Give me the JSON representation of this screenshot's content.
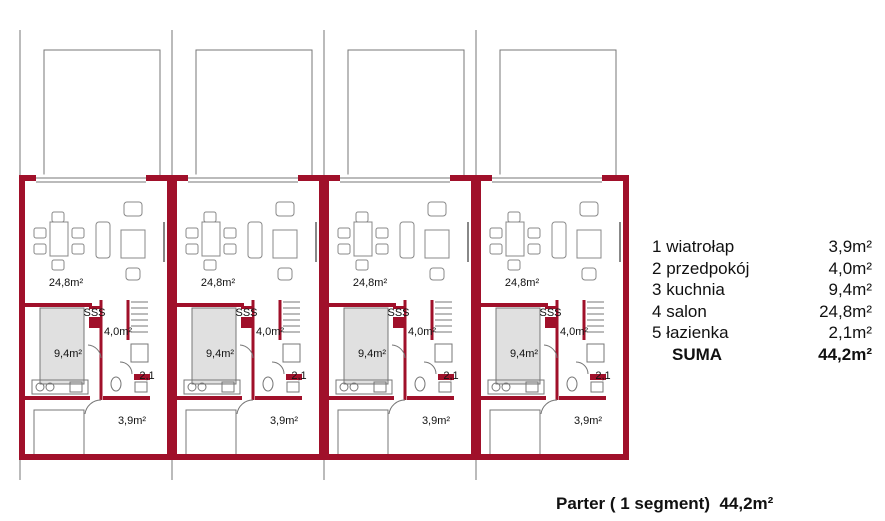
{
  "rooms": [
    {
      "num": "1",
      "name": "wiatrołap",
      "area": "3,9m²"
    },
    {
      "num": "2",
      "name": "przedpokój",
      "area": "4,0m²"
    },
    {
      "num": "3",
      "name": "kuchnia",
      "area": "9,4m²"
    },
    {
      "num": "4",
      "name": "salon",
      "area": "24,8m²"
    },
    {
      "num": "5",
      "name": "łazienka",
      "area": "2,1m²"
    }
  ],
  "total": {
    "label": "SUMA",
    "area": "44,2m²"
  },
  "caption": "Parter ( 1 segment)  44,2m²",
  "segment_labels": {
    "salon": "24,8m²",
    "kuchnia": "9,4m²",
    "przedpokoj": "4,0m²",
    "lazienka": "2,1",
    "wiatrolap": "3,9m²",
    "vent": "SSS"
  },
  "colors": {
    "wall": "#a0102a",
    "furniture": "#888888",
    "kitchen_fill": "#e0e0e0",
    "lines": "#777777"
  }
}
